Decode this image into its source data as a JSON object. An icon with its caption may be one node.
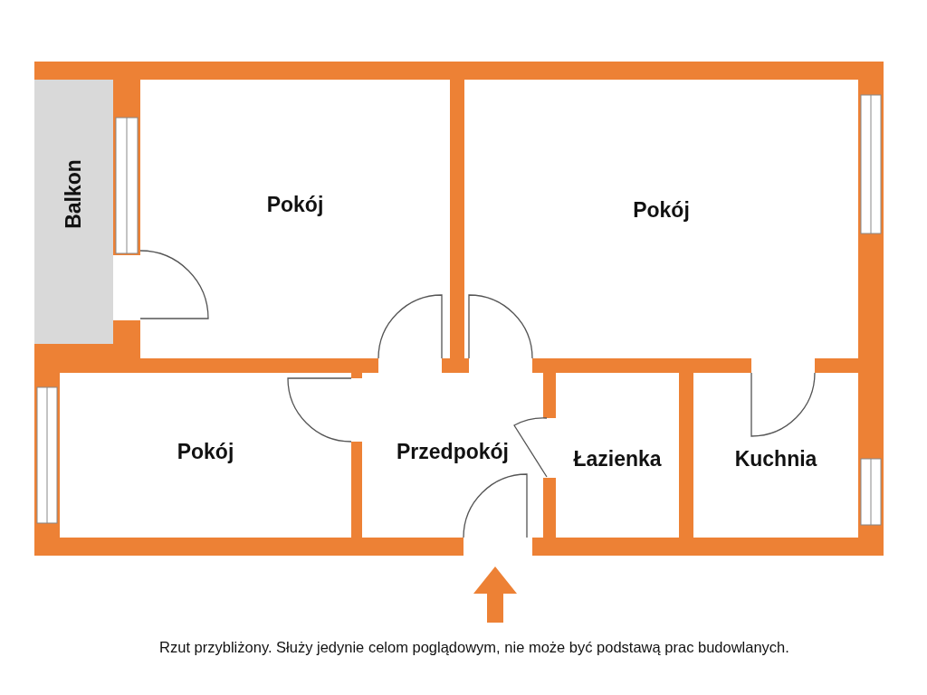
{
  "diagram": {
    "nodes": [
      {
        "text": [
          "Balkon"
        ]
      },
      {
        "text": [
          "Pokój"
        ]
      },
      {
        "text": [
          "Pokój"
        ]
      },
      {
        "text": [
          "Pokój"
        ]
      },
      {
        "text": [
          "Przedpokój"
        ]
      },
      {
        "text": [
          "Łazienka"
        ]
      },
      {
        "text": [
          "Kuchnia"
        ]
      }
    ],
    "caption": "Rzut przybliżony. Służy jedynie celom poglądowym, nie może być podstawą prac budowlanych."
  }
}
